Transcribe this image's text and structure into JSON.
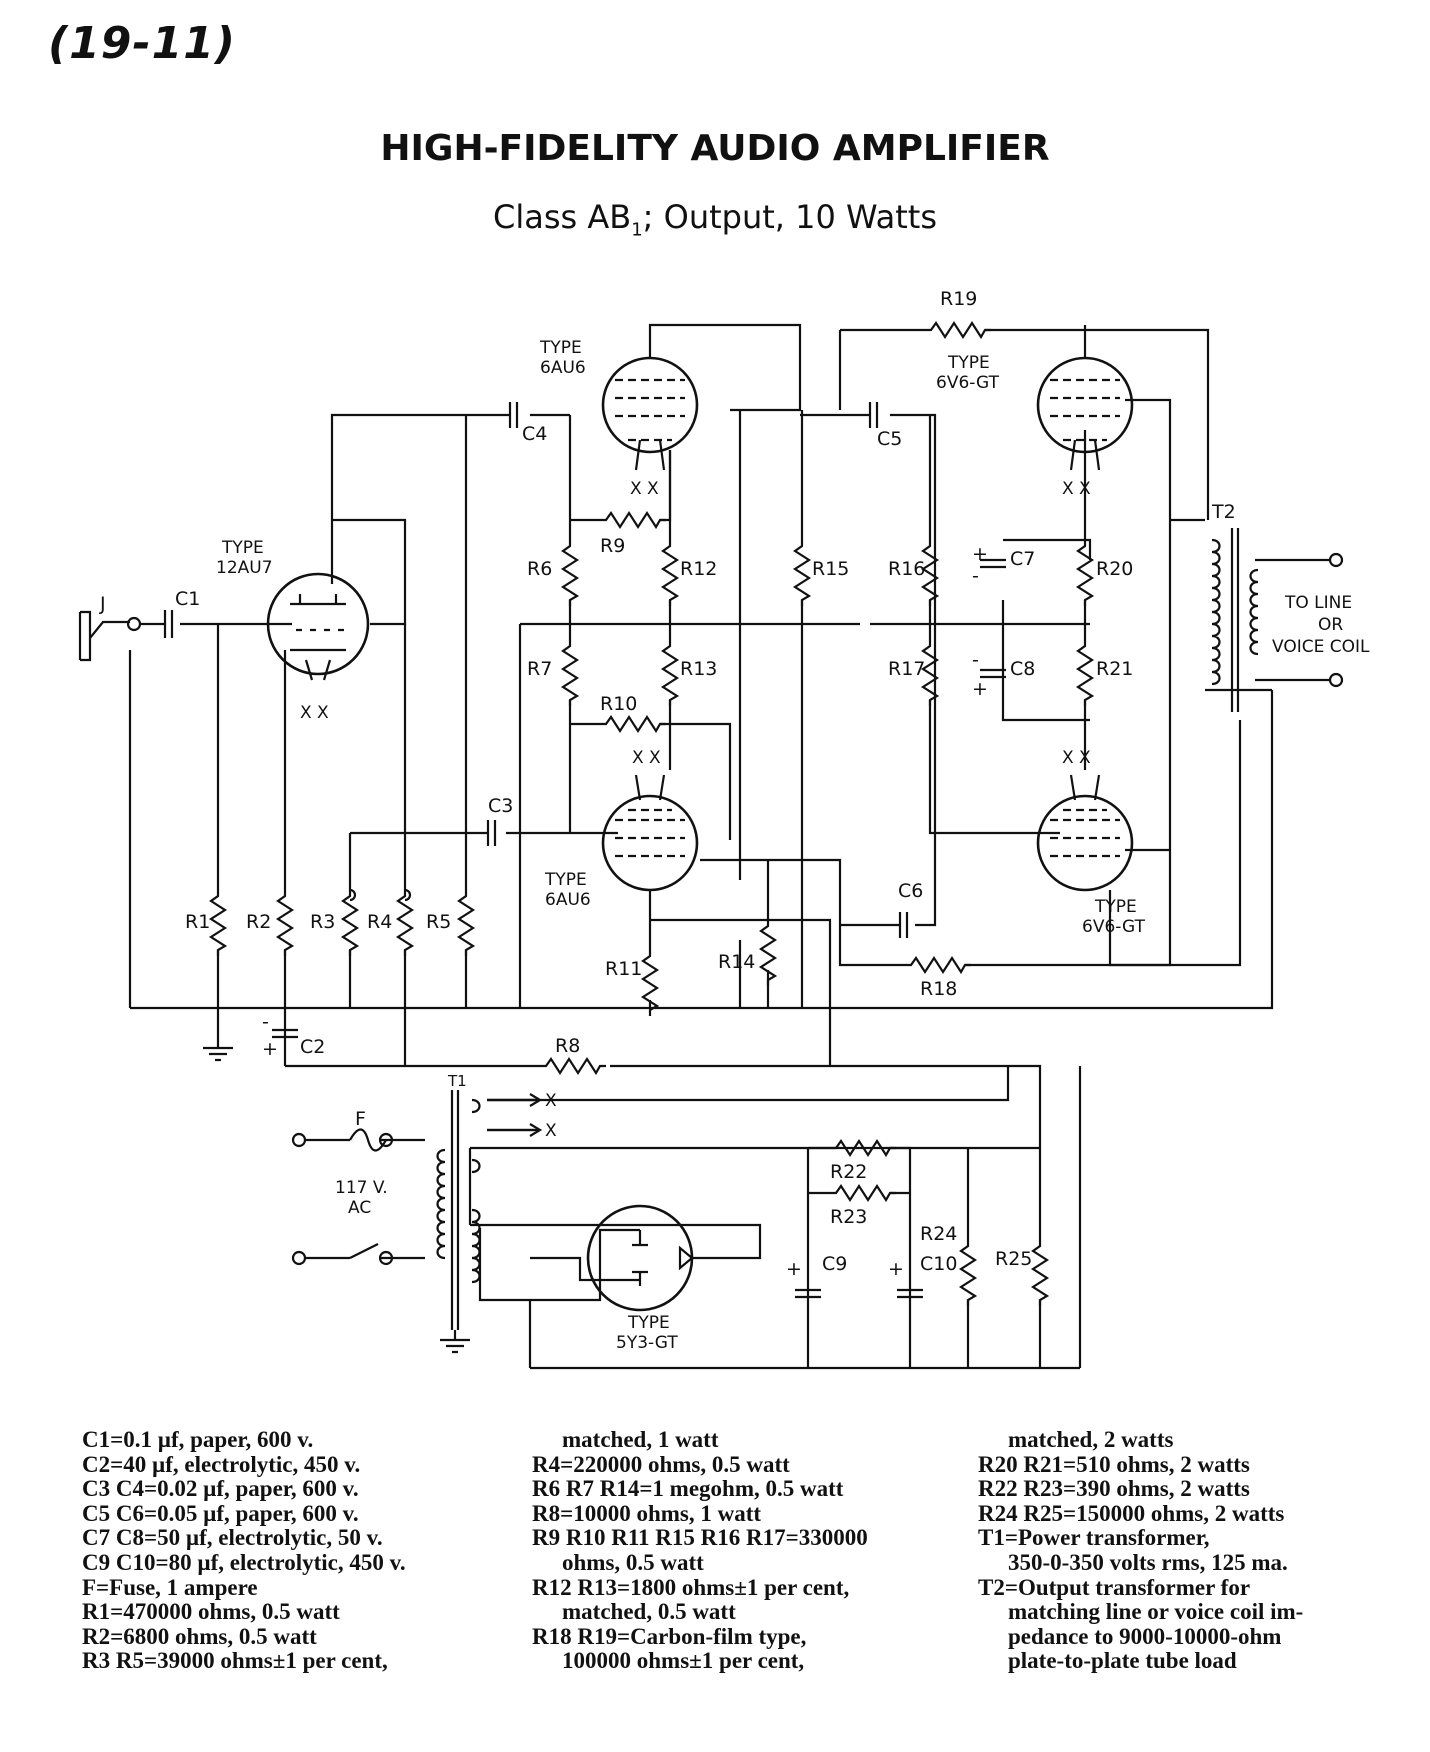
{
  "page_number": "(19-11)",
  "title": "HIGH-FIDELITY AUDIO AMPLIFIER",
  "subtitle": {
    "prefix": "Class AB",
    "sub": "1",
    "suffix": "; Output, 10 Watts"
  },
  "diagram": {
    "labels": {
      "v1_type": "TYPE",
      "v1_model": "12AU7",
      "v2_type": "TYPE",
      "v2_model": "6AU6",
      "v3_type": "TYPE",
      "v3_model": "6AU6",
      "v4_type": "TYPE",
      "v4_model": "6V6-GT",
      "v5_type": "TYPE",
      "v5_model": "6V6-GT",
      "v6_type": "TYPE",
      "v6_model": "5Y3-GT",
      "jack": "J",
      "fuse": "F",
      "ac_line1": "117 V.",
      "ac_line2": "AC",
      "heater": "X X",
      "heater_x": "X",
      "out_line1": "TO LINE",
      "out_line2": "OR",
      "out_line3": "VOICE COIL",
      "t1": "T1",
      "t2": "T2",
      "c1": "C1",
      "c2": "C2",
      "c3": "C3",
      "c4": "C4",
      "c5": "C5",
      "c6": "C6",
      "c7": "C7",
      "c8": "C8",
      "c9": "C9",
      "c10": "C10",
      "r1": "R1",
      "r2": "R2",
      "r3": "R3",
      "r4": "R4",
      "r5": "R5",
      "r6": "R6",
      "r7": "R7",
      "r8": "R8",
      "r9": "R9",
      "r10": "R10",
      "r11": "R11",
      "r12": "R12",
      "r13": "R13",
      "r14": "R14",
      "r15": "R15",
      "r16": "R16",
      "r17": "R17",
      "r18": "R18",
      "r19": "R19",
      "r20": "R20",
      "r21": "R21",
      "r22": "R22",
      "r23": "R23",
      "r24": "R24",
      "r25": "R25",
      "plus": "+",
      "minus": "-"
    }
  },
  "parts_list": {
    "column_1": [
      "C1=0.1 µf, paper, 600 v.",
      "C2=40 µf, electrolytic, 450 v.",
      "C3 C4=0.02 µf, paper, 600 v.",
      "C5 C6=0.05 µf, paper, 600 v.",
      "C7 C8=50 µf, electrolytic, 50 v.",
      "C9 C10=80 µf, electrolytic, 450 v.",
      "F=Fuse, 1 ampere",
      "R1=470000 ohms, 0.5 watt",
      "R2=6800 ohms, 0.5 watt",
      "R3 R5=39000 ohms±1 per cent,"
    ],
    "column_2": [
      "matched, 1 watt",
      "R4=220000 ohms, 0.5 watt",
      "R6 R7 R14=1 megohm, 0.5 watt",
      "R8=10000 ohms, 1 watt",
      "R9 R10 R11 R15 R16 R17=330000",
      "ohms, 0.5 watt",
      "R12 R13=1800 ohms±1 per cent,",
      "matched, 0.5 watt",
      "R18 R19=Carbon-film type,",
      "100000 ohms±1 per cent,"
    ],
    "column_3": [
      "matched, 2 watts",
      "R20 R21=510 ohms, 2 watts",
      "R22 R23=390 ohms, 2 watts",
      "R24 R25=150000 ohms, 2 watts",
      "T1=Power transformer,",
      "350-0-350 volts rms, 125 ma.",
      "T2=Output transformer for",
      "matching line or voice coil im-",
      "pedance to 9000-10000-ohm",
      "plate-to-plate tube load"
    ]
  }
}
